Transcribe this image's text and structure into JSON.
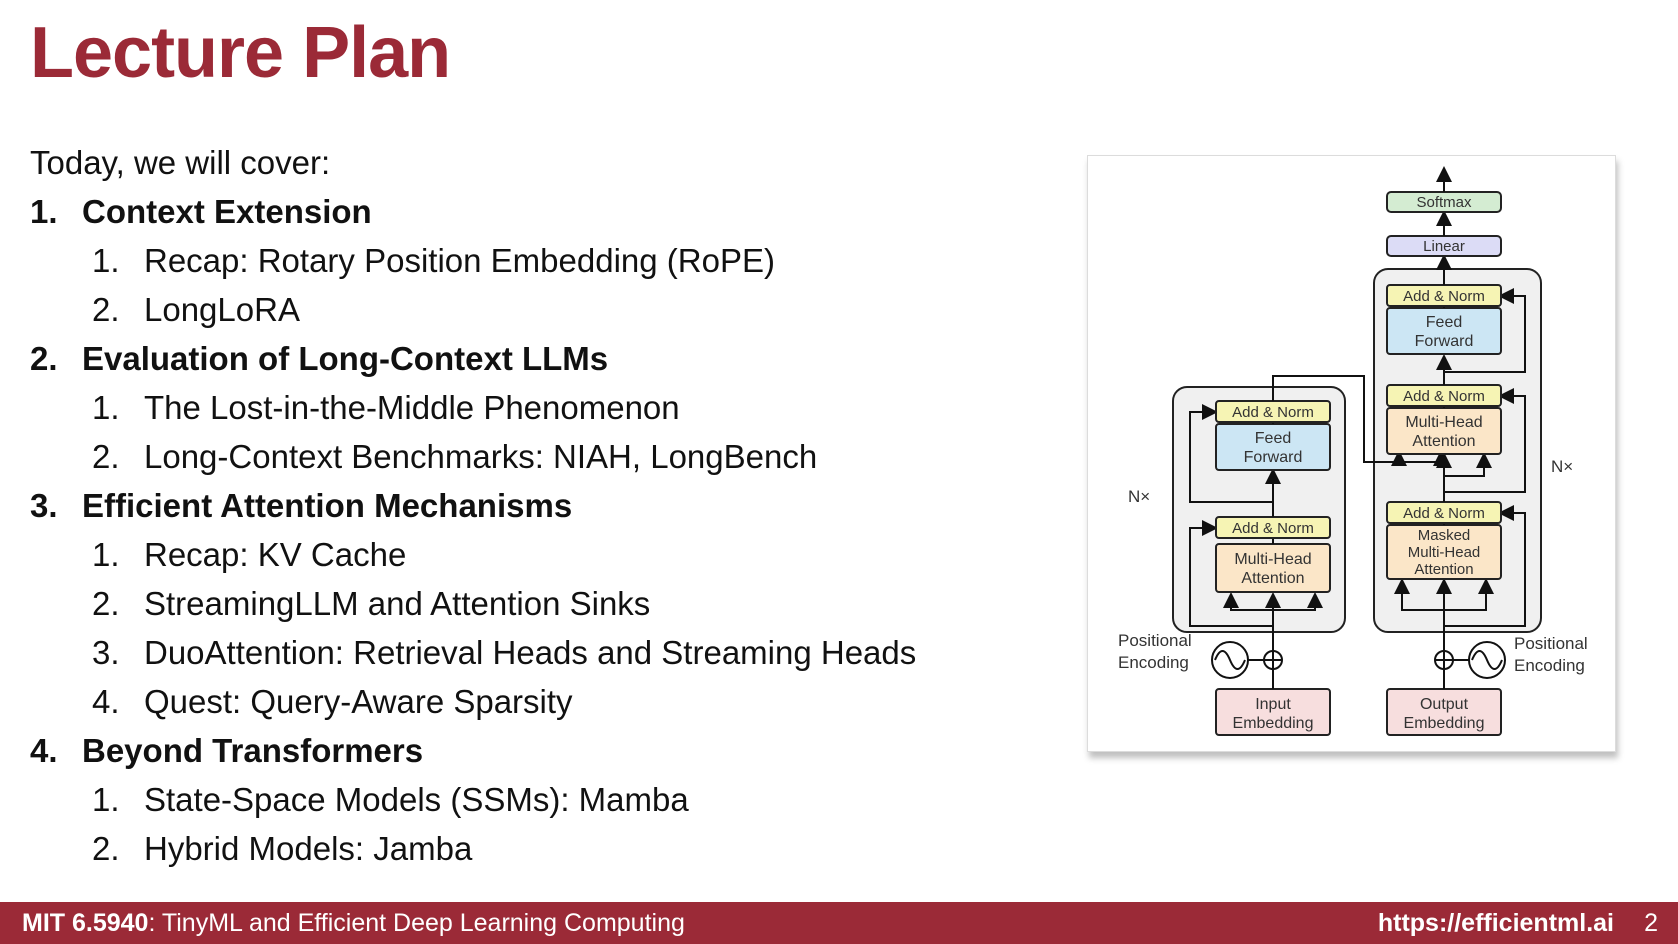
{
  "slide": {
    "title": "Lecture Plan",
    "intro": "Today, we will cover:",
    "sections": [
      {
        "num": "1.",
        "title": "Context Extension",
        "items": [
          {
            "num": "1.",
            "text": "Recap: Rotary Position Embedding (RoPE)"
          },
          {
            "num": "2.",
            "text": "LongLoRA"
          }
        ]
      },
      {
        "num": "2.",
        "title": "Evaluation of Long-Context LLMs",
        "items": [
          {
            "num": "1.",
            "text": "The Lost-in-the-Middle Phenomenon"
          },
          {
            "num": "2.",
            "text": "Long-Context Benchmarks: NIAH, LongBench"
          }
        ]
      },
      {
        "num": "3.",
        "title": "Efficient Attention Mechanisms",
        "items": [
          {
            "num": "1.",
            "text": "Recap: KV Cache"
          },
          {
            "num": "2.",
            "text": "StreamingLLM and Attention Sinks"
          },
          {
            "num": "3.",
            "text": "DuoAttention: Retrieval Heads and Streaming Heads"
          },
          {
            "num": "4.",
            "text": "Quest: Query-Aware Sparsity"
          }
        ]
      },
      {
        "num": "4.",
        "title": "Beyond Transformers",
        "items": [
          {
            "num": "1.",
            "text": "State-Space Models (SSMs): Mamba"
          },
          {
            "num": "2.",
            "text": "Hybrid Models: Jamba"
          }
        ]
      }
    ]
  },
  "diagram": {
    "softmax": "Softmax",
    "linear": "Linear",
    "add_norm": "Add & Norm",
    "feed": "Feed",
    "forward": "Forward",
    "multi_head": "Multi-Head",
    "attention": "Attention",
    "masked": "Masked",
    "nx": "N×",
    "positional": "Positional",
    "encoding": "Encoding",
    "input": "Input",
    "output": "Output",
    "embedding": "Embedding"
  },
  "footer": {
    "course_code": "MIT 6.5940",
    "course_name": ": TinyML and Efficient Deep Learning Computing",
    "url": "https://efficientml.ai",
    "page": "2"
  }
}
